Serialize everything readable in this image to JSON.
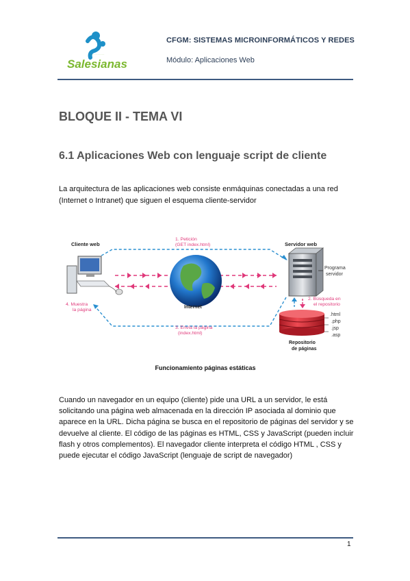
{
  "header": {
    "logo_text": "Salesianas",
    "course": "CFGM: SISTEMAS MICROINFORMÁTICOS Y REDES",
    "module": "Módulo: Aplicaciones Web"
  },
  "main": {
    "block_title": "BLOQUE II - TEMA VI",
    "section_title": "6.1 Aplicaciones Web con lenguaje script de cliente",
    "intro_paragraph": "La arquitectura de las aplicaciones web consiste enmáquinas conectadas a una red (Internet o Intranet) que siguen el esquema cliente-servidor",
    "diagram": {
      "client_label": "Cliente web",
      "server_label": "Servidor web",
      "request_line1": "1. Petición",
      "request_line2": "(GET index.html)",
      "internet_label": "Internet",
      "show_line1": "4. Muestra",
      "show_line2": "la página",
      "send_line1": "3. Envía la página",
      "send_line2": "(index.html)",
      "program_line1": "Programa",
      "program_line2": "servidor",
      "search_line1": "2. Búsqueda en",
      "search_line2": "el repositorio",
      "ext_html": ".html",
      "ext_php": ".php",
      "ext_jsp": ".jsp",
      "ext_asp": ".asp",
      "repo_line1": "Repositorio",
      "repo_line2": "de páginas"
    },
    "caption": "Funcionamiento páginas estáticas",
    "body_paragraph": "Cuando un navegador en un equipo (cliente) pide una URL a un servidor, le está solicitando una página web almacenada en la dirección IP asociada al dominio que aparece en la URL. Dicha página se busca en el repositorio de páginas del servidor y se devuelve al cliente. El código de las páginas es HTML, CSS y JavaScript (pueden incluir flash y otros complementos). El navegador cliente interpreta el código HTML , CSS y puede ejecutar el código JavaScript (lenguaje de script de navegador)"
  },
  "footer": {
    "page_number": "1"
  }
}
